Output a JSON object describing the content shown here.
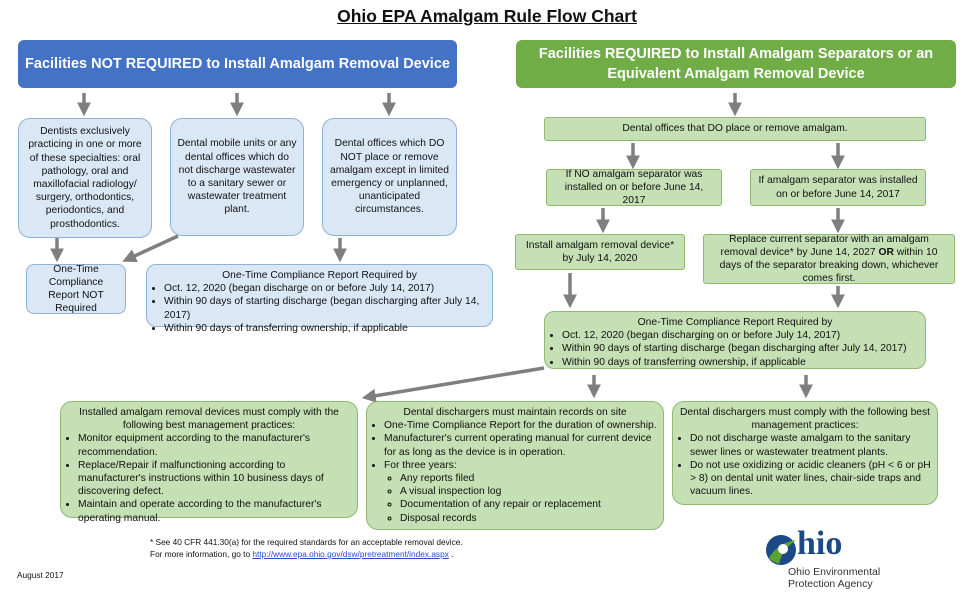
{
  "title": "Ohio EPA Amalgam Rule Flow Chart",
  "left": {
    "header": "Facilities NOT REQUIRED to Install Amalgam Removal Device",
    "box1": "Dentists exclusively practicing in one or more of these specialties: oral pathology, oral and maxillofacial radiology/ surgery, orthodontics, periodontics, and prosthodontics.",
    "box2": "Dental mobile units or any dental offices which do not discharge wastewater to a sanitary sewer or wastewater treatment plant.",
    "box3": "Dental offices which DO NOT place or remove amalgam except in limited emergency or unplanned, unanticipated circumstances.",
    "not_required": "One-Time Compliance Report NOT Required",
    "report": {
      "heading": "One-Time Compliance Report Required by",
      "items": [
        "Oct. 12, 2020 (began discharge on or before July 14, 2017)",
        "Within 90 days of starting discharge (began discharging after July 14, 2017)",
        "Within 90 days of transferring ownership, if applicable"
      ]
    }
  },
  "right": {
    "header": "Facilities REQUIRED to Install Amalgam Separators or an Equivalent Amalgam Removal Device",
    "offices": "Dental offices that DO place or remove amalgam.",
    "if_no": "If NO amalgam separator was installed on or before June 14, 2017",
    "if_yes": "If amalgam separator was installed on or before June 14, 2017",
    "install": "Install amalgam removal device* by July 14, 2020",
    "replace_pre": "Replace current separator with an amalgam removal device* by June 14, 2027 ",
    "replace_or": "OR",
    "replace_post": " within 10 days of the separator breaking down, whichever comes first.",
    "report": {
      "heading": "One-Time Compliance Report Required by",
      "items": [
        "Oct. 12, 2020 (began discharging on or before July 14, 2017)",
        "Within 90 days of starting discharge (began discharging after July 14, 2017)",
        "Within 90 days of transferring ownership, if applicable"
      ]
    }
  },
  "bottom": {
    "bmp": {
      "heading": "Installed amalgam removal devices must comply with the following best management practices:",
      "items": [
        "Monitor equipment according to the manufacturer's recommendation.",
        "Replace/Repair if malfunctioning according to manufacturer's instructions within 10 business days of discovering defect.",
        "Maintain and operate according to the manufacturer's operating manual."
      ]
    },
    "records": {
      "heading": "Dental dischargers must maintain records on site",
      "items": [
        "One-Time Compliance Report for the duration of ownership.",
        "Manufacturer's current operating manual for current device for as long as the device is in operation.",
        "For three years:"
      ],
      "sub_items": [
        "Any reports filed",
        "A visual inspection log",
        "Documentation of any repair or replacement",
        "Disposal records"
      ]
    },
    "comply": {
      "heading": "Dental dischargers must comply with the following best management practices:",
      "items": [
        "Do not discharge waste amalgam to the sanitary sewer lines or wastewater treatment plants.",
        "Do not use oxidizing or acidic cleaners (pH < 6 or pH > 8) on dental unit water lines, chair-side traps and vacuum lines."
      ]
    }
  },
  "footnote1": "* See 40 CFR 441.30(a) for the required standards for an acceptable removal device.",
  "footnote2_pre": "For more information, go to ",
  "footnote2_link": "http://www.epa.ohio.gov/dsw/pretreatment/index.aspx",
  "footnote2_post": " .",
  "date": "August 2017",
  "logo": {
    "word": "hio",
    "line1": "Ohio Environmental",
    "line2": "Protection Agency"
  },
  "colors": {
    "blue_header": "#4472c4",
    "green_header": "#70ad47",
    "blue_box": "#dae8f6",
    "green_box": "#c5e0b4",
    "arrow": "#7f7f7f"
  }
}
